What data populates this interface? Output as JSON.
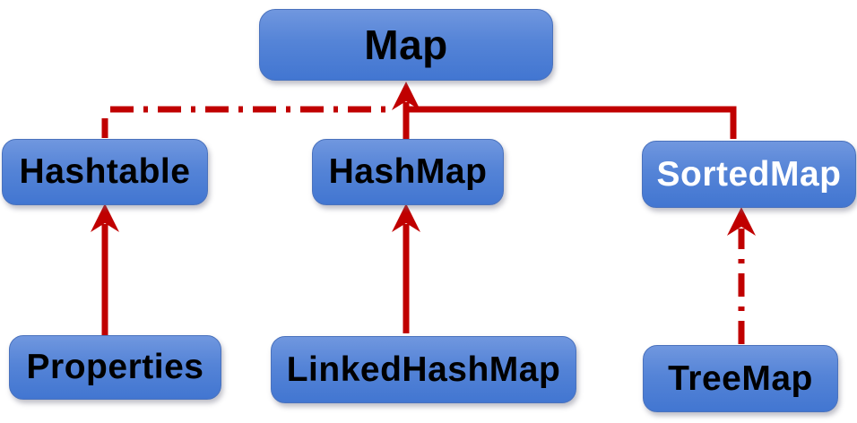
{
  "diagram": {
    "type": "class-hierarchy",
    "nodes": [
      {
        "id": "map",
        "label": "Map"
      },
      {
        "id": "hashtable",
        "label": "Hashtable"
      },
      {
        "id": "hashmap",
        "label": "HashMap"
      },
      {
        "id": "sortedmap",
        "label": "SortedMap"
      },
      {
        "id": "properties",
        "label": "Properties"
      },
      {
        "id": "linkedhashmap",
        "label": "LinkedHashMap"
      },
      {
        "id": "treemap",
        "label": "TreeMap"
      }
    ],
    "edges": [
      {
        "from": "hashtable",
        "to": "map",
        "style": "dash-dot",
        "arrowhead": "up"
      },
      {
        "from": "hashmap",
        "to": "map",
        "style": "solid",
        "arrowhead": "up"
      },
      {
        "from": "sortedmap",
        "to": "map",
        "style": "solid",
        "arrowhead": "shared-with-hashmap"
      },
      {
        "from": "properties",
        "to": "hashtable",
        "style": "solid",
        "arrowhead": "up"
      },
      {
        "from": "linkedhashmap",
        "to": "hashmap",
        "style": "solid",
        "arrowhead": "up"
      },
      {
        "from": "treemap",
        "to": "sortedmap",
        "style": "dash-dot",
        "arrowhead": "up"
      }
    ],
    "colors": {
      "background": "#ffffff",
      "arrow": "#c00000",
      "node_fill_top": "#7097df",
      "node_fill_bottom": "#4276d1",
      "node_border": "#4a72bd",
      "node_text": "#000000",
      "sortedmap_text": "#ffffff"
    }
  }
}
